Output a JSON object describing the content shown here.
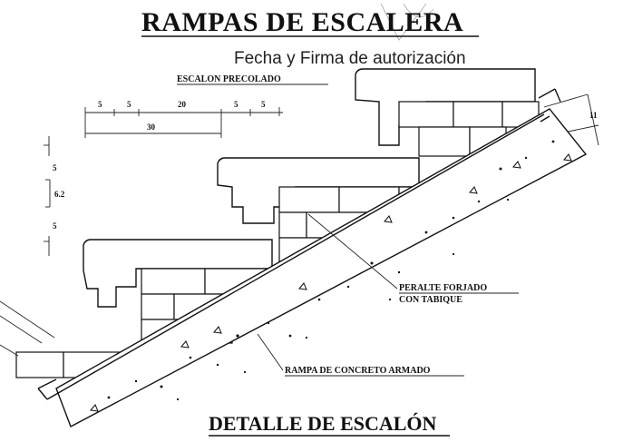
{
  "title": "RAMPAS DE ESCALERA",
  "subtitle": "Fecha y Firma de autorización",
  "labels": {
    "escalon": "ESCALON PRECOLADO",
    "peralte_line1": "PERALTE FORJADO",
    "peralte_line2": "CON TABIQUE",
    "rampa": "RAMPA DE CONCRETO ARMADO",
    "detalle": "DETALLE DE ESCALÓN"
  },
  "dimensions": {
    "top": [
      "5",
      "5",
      "20",
      "5",
      "5"
    ],
    "total": "30",
    "vertical": [
      "5",
      "6.2",
      "5"
    ],
    "slab": "11"
  }
}
